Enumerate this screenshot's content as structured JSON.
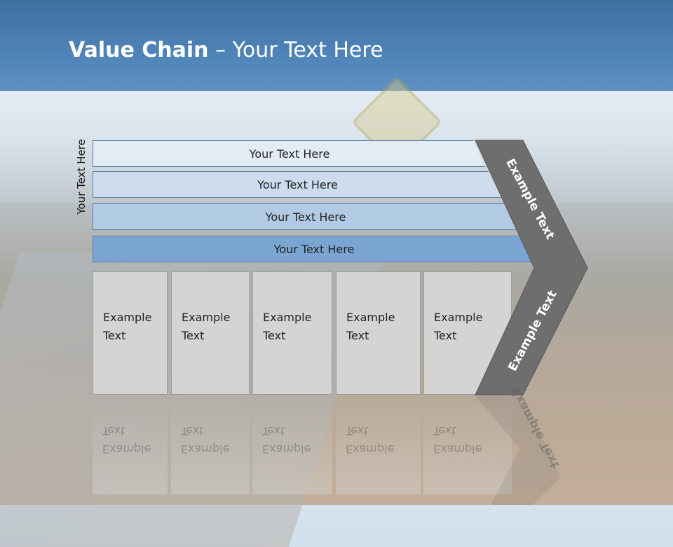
{
  "slide": {
    "title_bold": "Value Chain",
    "title_rest": " – Your Text Here",
    "side_label": "Your Text Here",
    "rows": [
      {
        "label": "Your Text Here"
      },
      {
        "label": "Your Text Here"
      },
      {
        "label": "Your Text Here"
      },
      {
        "label": "Your Text Here"
      }
    ],
    "columns": [
      {
        "line1": "Example",
        "line2": "Text"
      },
      {
        "line1": "Example",
        "line2": "Text"
      },
      {
        "line1": "Example",
        "line2": "Text"
      },
      {
        "line1": "Example",
        "line2": "Text"
      },
      {
        "line1": "Example",
        "line2": "Text"
      }
    ],
    "chevron_top": "Example Text",
    "chevron_bottom": "Example Text",
    "colors": {
      "title_band": "#4f84b8",
      "row_dark": "#7aa4d1",
      "chevron": "#6e6e6e",
      "column_fill": "#d4d4d4"
    }
  }
}
